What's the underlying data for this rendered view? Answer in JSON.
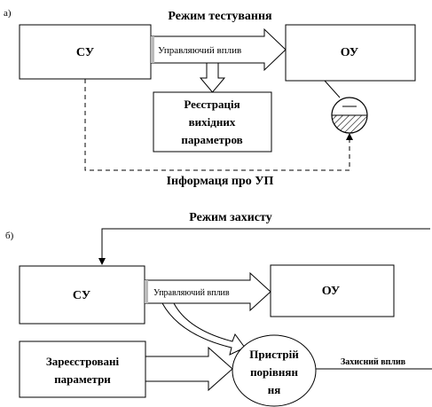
{
  "diagram_a": {
    "panel_label": "а)",
    "mode_title": "Режим тестування",
    "control_box_label": "СУ",
    "object_box_label": "ОУ",
    "arrow_label": "Управляючий вплив",
    "registration_box_lines": [
      "Реєстрація",
      "вихідних",
      "параметров"
    ],
    "feedback_label": "Інформаця про УП"
  },
  "diagram_b": {
    "panel_label": "б)",
    "mode_title": "Режим захисту",
    "control_box_label": "СУ",
    "object_box_label": "ОУ",
    "arrow_label": "Управляючий вплив",
    "registered_box_lines": [
      "Зареєстровані",
      "параметри"
    ],
    "comparator_lines": [
      "Пристрій",
      "порівнян",
      "ня"
    ],
    "output_label": "Захисний вплив"
  }
}
